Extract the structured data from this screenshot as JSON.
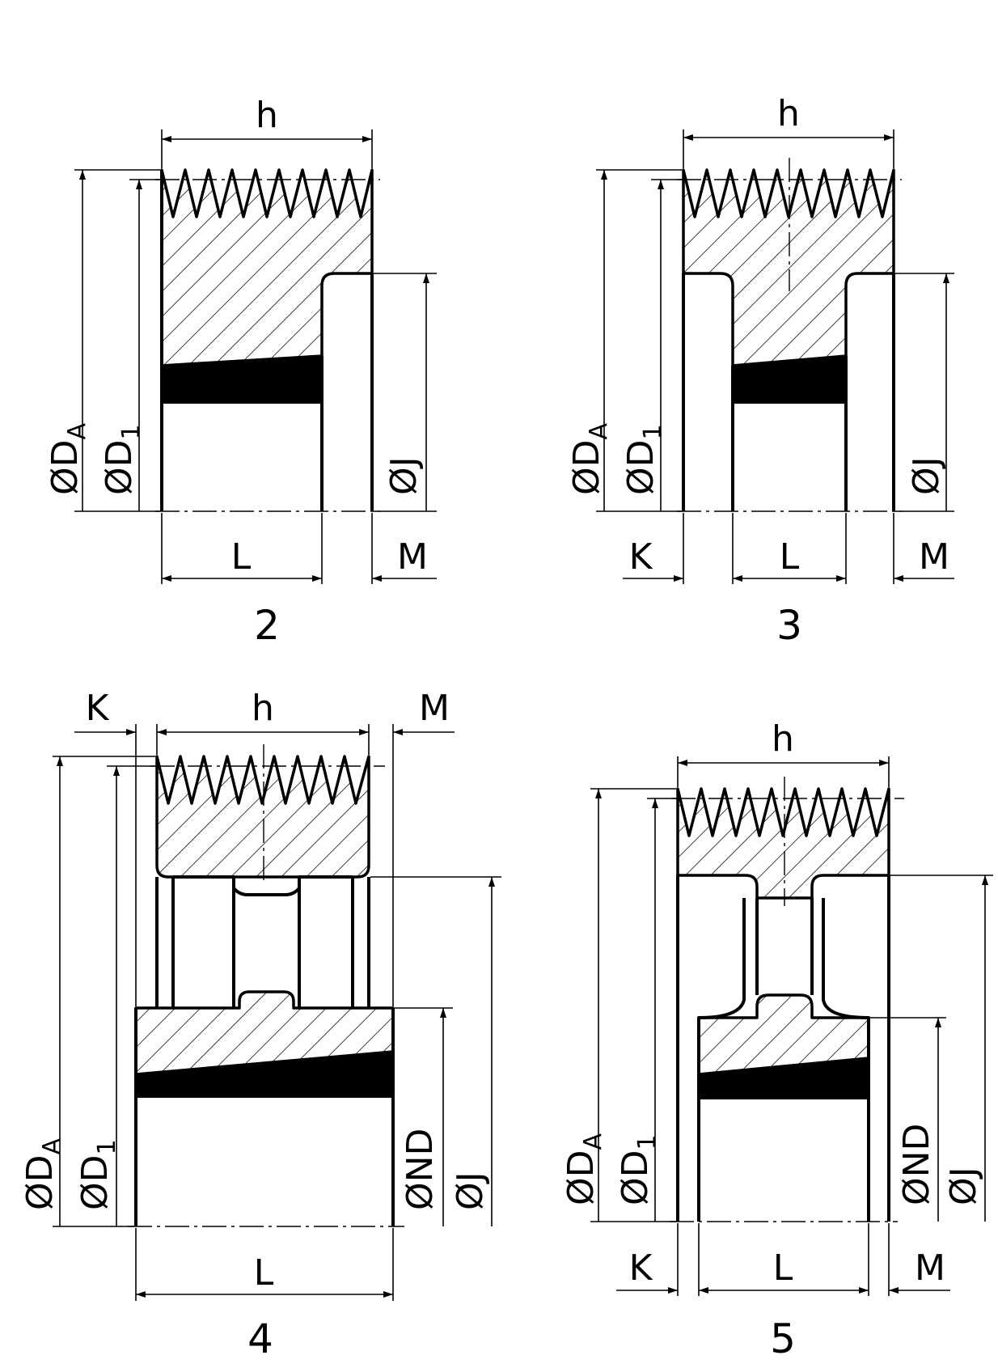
{
  "views": [
    {
      "number": "2",
      "labels": {
        "h": "h",
        "L": "L",
        "M": "M",
        "DA": "ØD",
        "DA_sub": "A",
        "D1": "ØD",
        "D1_sub": "1",
        "J": "ØJ"
      }
    },
    {
      "number": "3",
      "labels": {
        "h": "h",
        "K": "K",
        "L": "L",
        "M": "M",
        "DA": "ØD",
        "DA_sub": "A",
        "D1": "ØD",
        "D1_sub": "1",
        "J": "ØJ"
      }
    },
    {
      "number": "4",
      "labels": {
        "h": "h",
        "K": "K",
        "L": "L",
        "M": "M",
        "DA": "ØD",
        "DA_sub": "A",
        "D1": "ØD",
        "D1_sub": "1",
        "ND": "ØND",
        "J": "ØJ"
      }
    },
    {
      "number": "5",
      "labels": {
        "h": "h",
        "K": "K",
        "L": "L",
        "M": "M",
        "DA": "ØD",
        "DA_sub": "A",
        "D1": "ØD",
        "D1_sub": "1",
        "ND": "ØND",
        "J": "ØJ"
      }
    }
  ],
  "colors": {
    "ink": "#000000",
    "paper": "#ffffff"
  }
}
